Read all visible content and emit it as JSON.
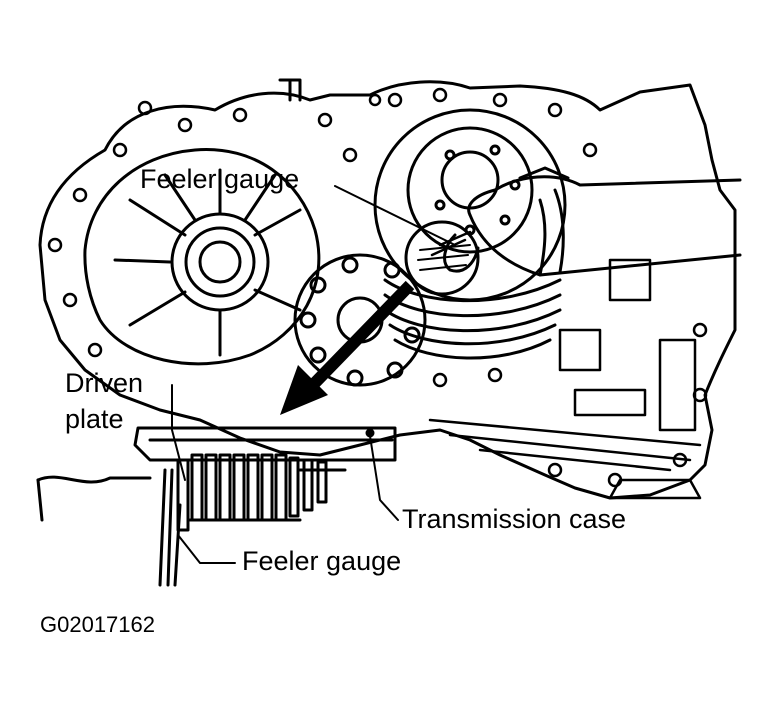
{
  "labels": {
    "feeler_gauge_top": "Feeler gauge",
    "driven_plate_line1": "Driven",
    "driven_plate_line2": "plate",
    "transmission_case": "Transmission case",
    "feeler_gauge_bottom": "Feeler gauge"
  },
  "figure_code": "G02017162",
  "colors": {
    "ink": "#000000",
    "background": "#ffffff"
  }
}
